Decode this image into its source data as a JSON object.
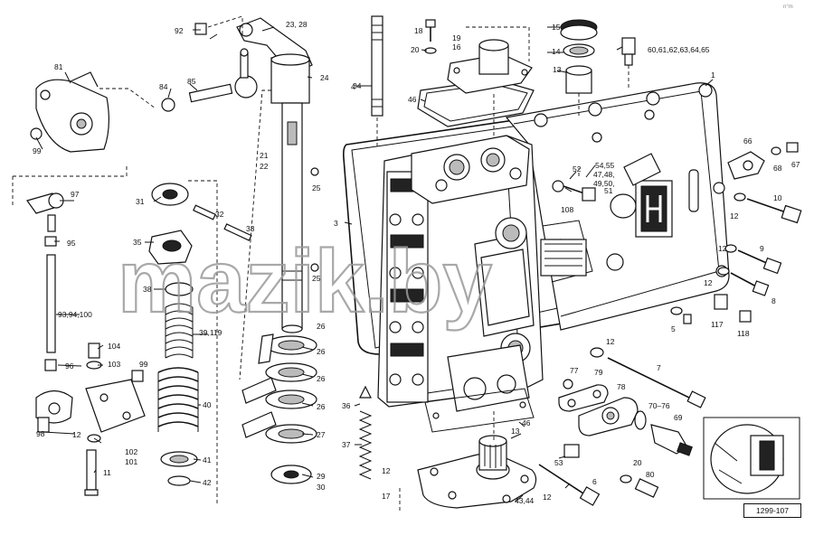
{
  "watermark": "mazik.by",
  "drawing_code": "1299-107",
  "corner_mark": "n°m",
  "parts": [
    {
      "id": "p1",
      "text": "1"
    },
    {
      "id": "p3",
      "text": "3"
    },
    {
      "id": "p4",
      "text": "4"
    },
    {
      "id": "p5",
      "text": "5"
    },
    {
      "id": "p6",
      "text": "6"
    },
    {
      "id": "p7",
      "text": "7"
    },
    {
      "id": "p8",
      "text": "8"
    },
    {
      "id": "p9",
      "text": "9"
    },
    {
      "id": "p10",
      "text": "10"
    },
    {
      "id": "p11",
      "text": "11"
    },
    {
      "id": "p12a",
      "text": "12"
    },
    {
      "id": "p12b",
      "text": "12"
    },
    {
      "id": "p12c",
      "text": "12"
    },
    {
      "id": "p12d",
      "text": "12"
    },
    {
      "id": "p12e",
      "text": "12"
    },
    {
      "id": "p12f",
      "text": "12"
    },
    {
      "id": "p12g",
      "text": "12"
    },
    {
      "id": "p13a",
      "text": "13"
    },
    {
      "id": "p13b",
      "text": "13"
    },
    {
      "id": "p14",
      "text": "14"
    },
    {
      "id": "p15",
      "text": "15"
    },
    {
      "id": "p16",
      "text": "16"
    },
    {
      "id": "p17",
      "text": "17"
    },
    {
      "id": "p18",
      "text": "18"
    },
    {
      "id": "p19",
      "text": "19"
    },
    {
      "id": "p20a",
      "text": "20"
    },
    {
      "id": "p20b",
      "text": "20"
    },
    {
      "id": "p21",
      "text": "21"
    },
    {
      "id": "p22",
      "text": "22"
    },
    {
      "id": "p23",
      "text": "23, 28"
    },
    {
      "id": "p24",
      "text": "24"
    },
    {
      "id": "p25a",
      "text": "25"
    },
    {
      "id": "p25b",
      "text": "25"
    },
    {
      "id": "p26a",
      "text": "26"
    },
    {
      "id": "p26b",
      "text": "26"
    },
    {
      "id": "p26c",
      "text": "26"
    },
    {
      "id": "p26d",
      "text": "26"
    },
    {
      "id": "p27",
      "text": "27"
    },
    {
      "id": "p29",
      "text": "29"
    },
    {
      "id": "p30",
      "text": "30"
    },
    {
      "id": "p31",
      "text": "31"
    },
    {
      "id": "p32",
      "text": "32"
    },
    {
      "id": "p33",
      "text": "33"
    },
    {
      "id": "p34",
      "text": "34"
    },
    {
      "id": "p35",
      "text": "35"
    },
    {
      "id": "p36",
      "text": "36"
    },
    {
      "id": "p37",
      "text": "37"
    },
    {
      "id": "p38",
      "text": "38"
    },
    {
      "id": "p39",
      "text": "39,119"
    },
    {
      "id": "p40",
      "text": "40"
    },
    {
      "id": "p41",
      "text": "41"
    },
    {
      "id": "p42",
      "text": "42"
    },
    {
      "id": "p43",
      "text": "43,44"
    },
    {
      "id": "p46a",
      "text": "46"
    },
    {
      "id": "p46b",
      "text": "46"
    },
    {
      "id": "p47",
      "text": "47,48,"
    },
    {
      "id": "p49",
      "text": "49,50,"
    },
    {
      "id": "p51",
      "text": "51"
    },
    {
      "id": "p52",
      "text": "52"
    },
    {
      "id": "p53",
      "text": "53"
    },
    {
      "id": "p54",
      "text": "54,55"
    },
    {
      "id": "p60",
      "text": "60,61,62,63,64,65"
    },
    {
      "id": "p66",
      "text": "66"
    },
    {
      "id": "p67",
      "text": "67"
    },
    {
      "id": "p68",
      "text": "68"
    },
    {
      "id": "p69",
      "text": "69"
    },
    {
      "id": "p70",
      "text": "70–76"
    },
    {
      "id": "p77",
      "text": "77"
    },
    {
      "id": "p78",
      "text": "78"
    },
    {
      "id": "p79",
      "text": "79"
    },
    {
      "id": "p80",
      "text": "80"
    },
    {
      "id": "p81",
      "text": "81"
    },
    {
      "id": "p84",
      "text": "84"
    },
    {
      "id": "p85",
      "text": "85"
    },
    {
      "id": "p92",
      "text": "92"
    },
    {
      "id": "p93",
      "text": "93,94,100"
    },
    {
      "id": "p95",
      "text": "95"
    },
    {
      "id": "p96",
      "text": "96"
    },
    {
      "id": "p97",
      "text": "97"
    },
    {
      "id": "p98",
      "text": "98"
    },
    {
      "id": "p99a",
      "text": "99"
    },
    {
      "id": "p99b",
      "text": "99"
    },
    {
      "id": "p101",
      "text": "101"
    },
    {
      "id": "p102",
      "text": "102"
    },
    {
      "id": "p103",
      "text": "103"
    },
    {
      "id": "p104",
      "text": "104"
    },
    {
      "id": "p108",
      "text": "108"
    },
    {
      "id": "p117",
      "text": "117"
    },
    {
      "id": "p118",
      "text": "118"
    }
  ]
}
